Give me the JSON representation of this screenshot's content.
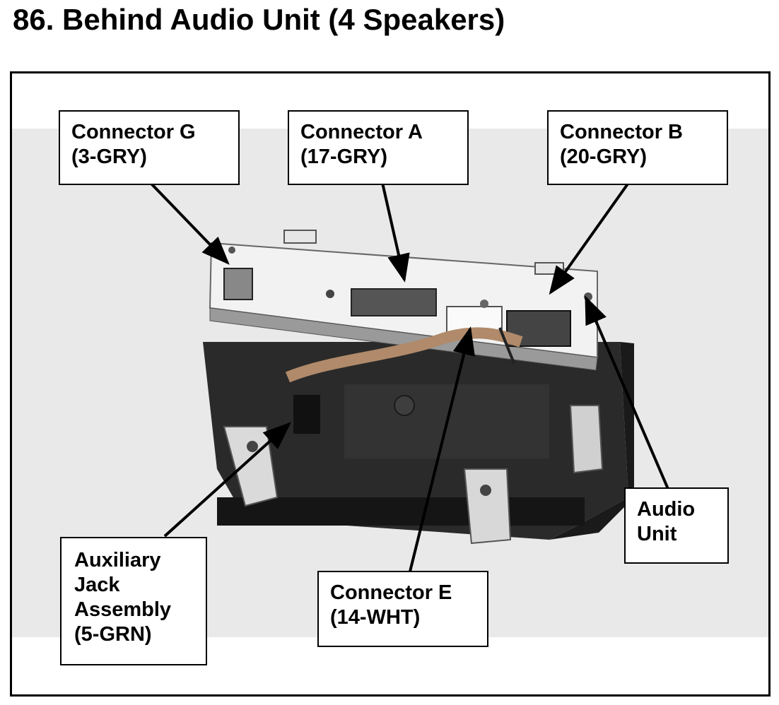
{
  "title": "86.  Behind Audio Unit (4 Speakers)",
  "callouts": {
    "connector_g": {
      "line1": "Connector G",
      "line2": "(3-GRY)"
    },
    "connector_a": {
      "line1": "Connector A",
      "line2": "(17-GRY)"
    },
    "connector_b": {
      "line1": "Connector B",
      "line2": "(20-GRY)"
    },
    "audio_unit": {
      "line1": "Audio",
      "line2": "Unit"
    },
    "aux_jack": {
      "line1": "Auxiliary",
      "line2": "Jack",
      "line3": "Assembly",
      "line4": "(5-GRN)"
    },
    "connector_e": {
      "line1": "Connector E",
      "line2": "(14-WHT)"
    }
  }
}
